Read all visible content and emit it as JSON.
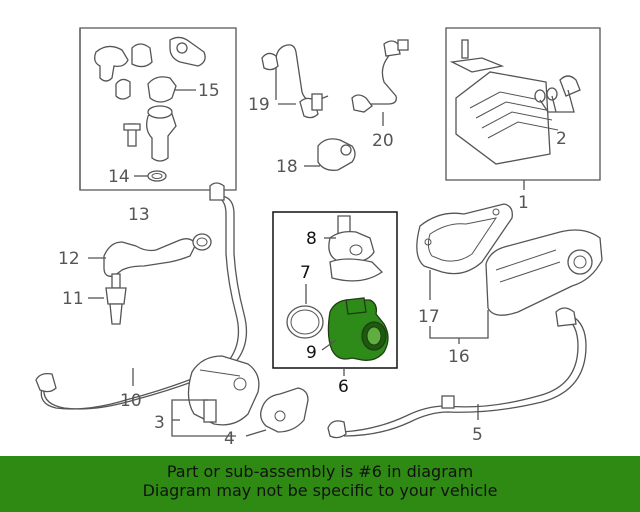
{
  "callouts": {
    "c1": "1",
    "c2": "2",
    "c3": "3",
    "c4": "4",
    "c5": "5",
    "c6": "6",
    "c7": "7",
    "c8": "8",
    "c9": "9",
    "c10": "10",
    "c11": "11",
    "c12": "12",
    "c13": "13",
    "c14": "14",
    "c15": "15",
    "c16": "16",
    "c17": "17",
    "c18": "18",
    "c19": "19",
    "c20": "20"
  },
  "banner": {
    "line1": "Part or sub-assembly is #6 in diagram",
    "line2": "Diagram may not be specific to your vehicle"
  },
  "colors": {
    "highlight": "#2e8b1a",
    "banner": "#2f8a14",
    "linework": "#555555"
  },
  "highlighted_part": "6"
}
